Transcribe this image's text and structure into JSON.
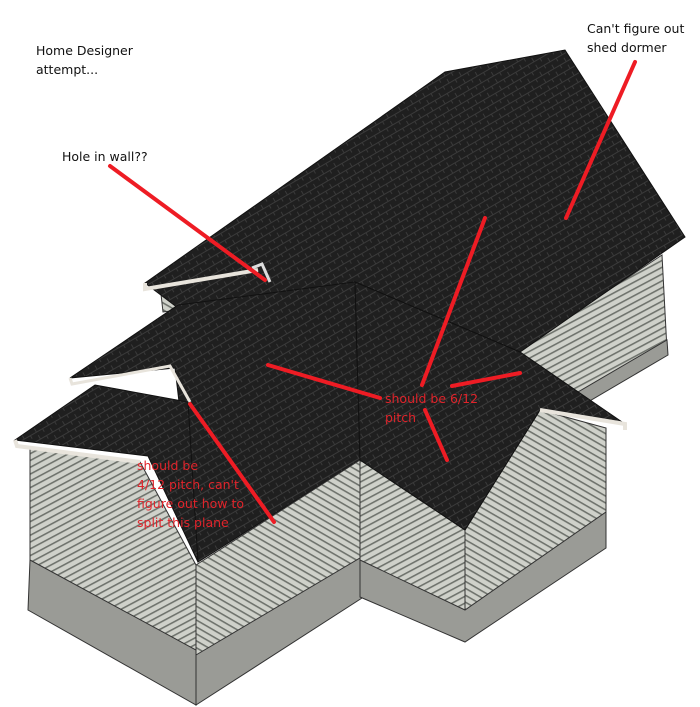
{
  "annotations": {
    "title": "Home Designer\nattempt...",
    "hole": "Hole in wall??",
    "dormer": "Can't figure out\nshed dormer",
    "pitch_6_12": "should be 6/12\npitch",
    "pitch_4_12": "should be\n4/12 pitch, can't\nfigure out how to\nsplit this plane"
  },
  "colors": {
    "roof": "#1e1e1e",
    "siding": "#c9cbc4",
    "foundation": "#9a9b96",
    "fascia": "#e8e4dc",
    "annotation_red": "#ee1c24"
  }
}
